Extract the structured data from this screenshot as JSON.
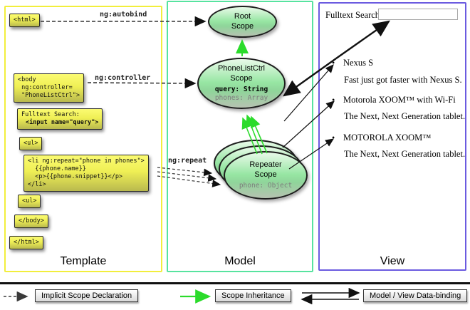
{
  "template_panel": {
    "label": "Template",
    "html_open": "<html>",
    "body_open": "<body\n ng:controller=\n \"PhoneListCtrl\">",
    "fulltext_line1": "Fulltext Search:",
    "fulltext_line2": "<input name=\"query\">",
    "ul_open": "<ul>",
    "li_repeat": "<li ng:repeat=\"phone in phones\">\n  {{phone.name}}\n  <p>{{phone.snippet}}</p>\n</li>",
    "ul_close": "<ul>",
    "body_close": "</body>",
    "html_close": "</html>"
  },
  "arrow_labels": {
    "autobind": "ng:autobind",
    "controller": "ng:controller",
    "repeat": "ng:repeat"
  },
  "model_panel": {
    "label": "Model",
    "root_scope": {
      "title": "Root\nScope"
    },
    "phonelist_scope": {
      "title": "PhoneListCtrl\nScope",
      "prop1": "query: String",
      "prop2": "phones: Array"
    },
    "repeater_scope": {
      "title": "Repeater\nScope",
      "prop1": "phone: Object"
    }
  },
  "view_panel": {
    "label": "View",
    "search_label": "Fulltext Search:",
    "search_value": "",
    "bullet": "•",
    "items": [
      {
        "title": "Nexus S",
        "desc": "Fast just got faster with Nexus S."
      },
      {
        "title": "Motorola XOOM™ with Wi-Fi",
        "desc": "The Next, Next Generation tablet."
      },
      {
        "title": "MOTOROLA XOOM™",
        "desc": "The Next, Next Generation tablet."
      }
    ]
  },
  "legend": {
    "implicit": "Implicit Scope Declaration",
    "inheritance": "Scope Inheritance",
    "databinding": "Model / View Data-binding"
  },
  "colors": {
    "template_border": "#f2ee3c",
    "model_border": "#57e39f",
    "view_border": "#6b5be0",
    "inheritance_green": "#2bdb2b",
    "arrow_black": "#111111"
  }
}
